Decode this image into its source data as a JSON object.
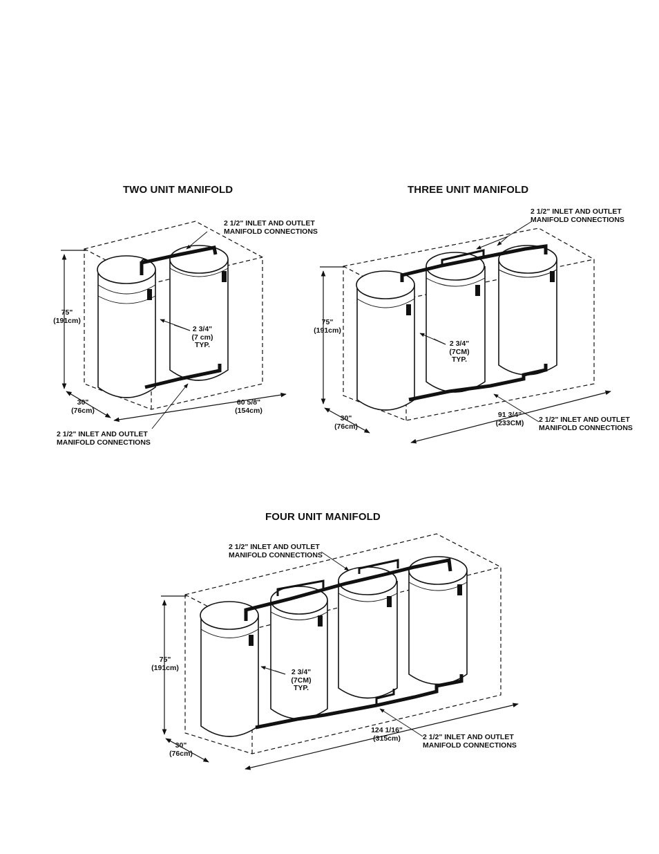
{
  "diagrams": [
    {
      "title": "TWO UNIT MANIFOLD",
      "top_connections": "2 1/2\" INLET AND OUTLET\nMANIFOLD CONNECTIONS",
      "bottom_connections": "2 1/2\" INLET AND OUTLET\nMANIFOLD CONNECTIONS",
      "height": "75\"\n(191cm)",
      "depth": "30\"\n(76cm)",
      "width": "60 5/8\"\n(154cm)",
      "spacing": "2 3/4\"\n(7 cm)\nTYP."
    },
    {
      "title": "THREE UNIT MANIFOLD",
      "top_connections": "2 1/2\" INLET AND OUTLET\nMANIFOLD CONNECTIONS",
      "bottom_connections": "2 1/2\" INLET AND OUTLET\nMANIFOLD CONNECTIONS",
      "height": "75\"\n(191cm)",
      "depth": "30\"\n(76cm)",
      "width": "91 3/4\"\n(233CM)",
      "spacing": "2 3/4\"\n(7CM)\nTYP."
    },
    {
      "title": "FOUR UNIT MANIFOLD",
      "top_connections": "2 1/2\" INLET AND OUTLET\nMANIFOLD CONNECTIONS",
      "bottom_connections": "2 1/2\" INLET AND OUTLET\nMANIFOLD CONNECTIONS",
      "height": "75\"\n(191cm)",
      "depth": "30\"\n(76cm)",
      "width": "124 1/16\"\n(315cm)",
      "spacing": "2 3/4\"\n(7CM)\nTYP."
    }
  ]
}
